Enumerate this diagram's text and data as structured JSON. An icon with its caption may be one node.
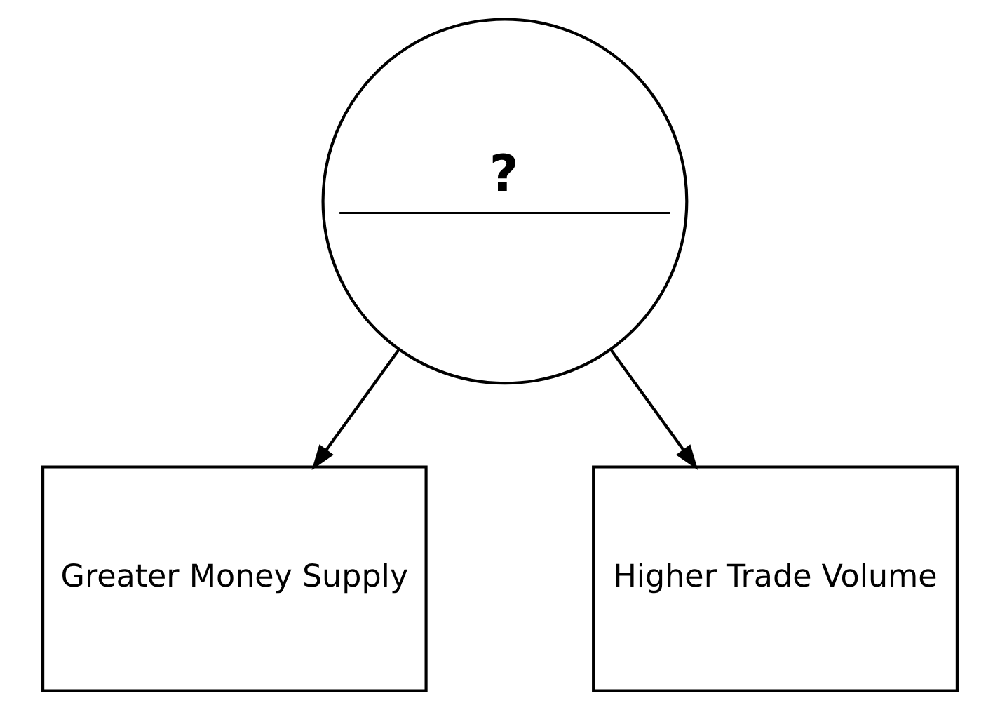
{
  "diagram": {
    "nodes": [
      {
        "text": [
          "?"
        ]
      },
      {
        "text": [
          "Greater Money Supply"
        ]
      },
      {
        "text": [
          "Higher Trade Volume"
        ]
      }
    ],
    "edges": [
      {
        "from": 0,
        "to": 1,
        "arrow": "to"
      },
      {
        "from": 0,
        "to": 2,
        "arrow": "to"
      }
    ]
  }
}
